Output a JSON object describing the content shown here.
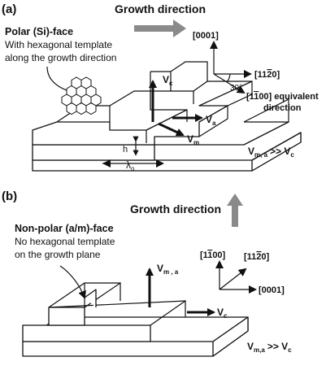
{
  "panel_a": {
    "label": "(a)",
    "growth_direction": "Growth direction",
    "face_title": "Polar (Si)-face",
    "face_desc_1": "With hexagonal template",
    "face_desc_2": "along the growth direction",
    "axis_0001": "[0001]",
    "axis_11_20": "[11",
    "axis_11_20_bar": "2",
    "axis_11_20_end": "0]",
    "angle": "30°",
    "axis_1_100_a": "[1",
    "axis_1_100_bar": "1",
    "axis_1_100_b": "00] equivalent",
    "axis_1_100_c": "direction",
    "v_c": "V",
    "v_c_sub": "c",
    "v_a": "V",
    "v_a_sub": "a",
    "v_m": "V",
    "v_m_sub": "m",
    "h": "h",
    "lambda": "λ",
    "lambda_sub": "o",
    "relation_main": "V",
    "relation_sub": "m, a",
    "relation_rest": ">> V",
    "relation_rest_sub": "c"
  },
  "panel_b": {
    "label": "(b)",
    "growth_direction": "Growth direction",
    "face_title": "Non-polar (a/m)-face",
    "face_desc_1": "No hexagonal template",
    "face_desc_2": "on the growth plane",
    "axis_1_100_a": "[1",
    "axis_1_100_bar": "1",
    "axis_1_100_b": "00]",
    "axis_11_20_a": "[11",
    "axis_11_20_bar": "2",
    "axis_11_20_b": "0]",
    "axis_0001": "[0001]",
    "v_ma": "V",
    "v_ma_sub": "m , a",
    "v_c": "V",
    "v_c_sub": "c",
    "relation_main": "V",
    "relation_sub": "m,a",
    "relation_rest": ">> V",
    "relation_rest_sub": "c"
  },
  "colors": {
    "arrow_gray": "#8a8a8a",
    "ink": "#111111"
  }
}
